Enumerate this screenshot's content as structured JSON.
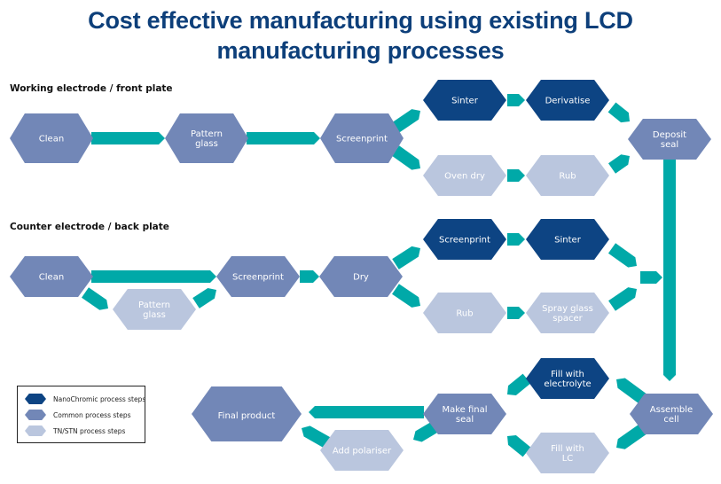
{
  "title": "Cost effective manufacturing using existing LCD manufacturing processes",
  "title_lines": [
    "Cost effective manufacturing using existing LCD",
    "manufacturing processes"
  ],
  "colors": {
    "nanochromic": "#0d4483",
    "common": "#7287b7",
    "tn_stn": "#bac6de",
    "connector": "#00a9a8",
    "title": "#0d3f7a"
  },
  "sections": {
    "working": "Working electrode / front plate",
    "counter": "Counter electrode / back plate"
  },
  "nodes": [
    {
      "id": "w-clean",
      "lines": [
        "Clean"
      ],
      "type": "common"
    },
    {
      "id": "w-pattern",
      "lines": [
        "Pattern",
        "glass"
      ],
      "type": "common"
    },
    {
      "id": "w-screenprint",
      "lines": [
        "Screenprint"
      ],
      "type": "common"
    },
    {
      "id": "w-sinter",
      "lines": [
        "Sinter"
      ],
      "type": "nanochromic"
    },
    {
      "id": "w-derivatise",
      "lines": [
        "Derivatise"
      ],
      "type": "nanochromic"
    },
    {
      "id": "w-ovendry",
      "lines": [
        "Oven dry"
      ],
      "type": "tn_stn"
    },
    {
      "id": "w-rub",
      "lines": [
        "Rub"
      ],
      "type": "tn_stn"
    },
    {
      "id": "deposit-seal",
      "lines": [
        "Deposit",
        "seal"
      ],
      "type": "common"
    },
    {
      "id": "c-clean",
      "lines": [
        "Clean"
      ],
      "type": "common"
    },
    {
      "id": "c-pattern",
      "lines": [
        "Pattern",
        "glass"
      ],
      "type": "tn_stn"
    },
    {
      "id": "c-screenprint",
      "lines": [
        "Screenprint"
      ],
      "type": "common"
    },
    {
      "id": "c-dry",
      "lines": [
        "Dry"
      ],
      "type": "common"
    },
    {
      "id": "c-screenprint2",
      "lines": [
        "Screenprint"
      ],
      "type": "nanochromic"
    },
    {
      "id": "c-sinter",
      "lines": [
        "Sinter"
      ],
      "type": "nanochromic"
    },
    {
      "id": "c-rub",
      "lines": [
        "Rub"
      ],
      "type": "tn_stn"
    },
    {
      "id": "c-spray",
      "lines": [
        "Spray glass",
        "spacer"
      ],
      "type": "tn_stn"
    },
    {
      "id": "assemble",
      "lines": [
        "Assemble",
        "cell"
      ],
      "type": "common"
    },
    {
      "id": "fill-electrolyte",
      "lines": [
        "Fill with",
        "electrolyte"
      ],
      "type": "nanochromic"
    },
    {
      "id": "fill-lc",
      "lines": [
        "Fill with",
        "LC"
      ],
      "type": "tn_stn"
    },
    {
      "id": "make-seal",
      "lines": [
        "Make final",
        "seal"
      ],
      "type": "common"
    },
    {
      "id": "add-polariser",
      "lines": [
        "Add polariser"
      ],
      "type": "tn_stn"
    },
    {
      "id": "final-product",
      "lines": [
        "Final product"
      ],
      "type": "common"
    }
  ],
  "edges": [
    [
      "w-clean",
      "w-pattern"
    ],
    [
      "w-pattern",
      "w-screenprint"
    ],
    [
      "w-screenprint",
      "w-sinter"
    ],
    [
      "w-sinter",
      "w-derivatise"
    ],
    [
      "w-derivatise",
      "deposit-seal"
    ],
    [
      "w-screenprint",
      "w-ovendry"
    ],
    [
      "w-ovendry",
      "w-rub"
    ],
    [
      "w-rub",
      "deposit-seal"
    ],
    [
      "deposit-seal",
      "assemble"
    ],
    [
      "c-clean",
      "c-screenprint"
    ],
    [
      "c-clean",
      "c-pattern"
    ],
    [
      "c-pattern",
      "c-screenprint"
    ],
    [
      "c-screenprint",
      "c-dry"
    ],
    [
      "c-dry",
      "c-screenprint2"
    ],
    [
      "c-screenprint2",
      "c-sinter"
    ],
    [
      "c-sinter",
      "assemble"
    ],
    [
      "c-dry",
      "c-rub"
    ],
    [
      "c-rub",
      "c-spray"
    ],
    [
      "c-spray",
      "assemble"
    ],
    [
      "assemble",
      "fill-electrolyte"
    ],
    [
      "fill-electrolyte",
      "make-seal"
    ],
    [
      "assemble",
      "fill-lc"
    ],
    [
      "fill-lc",
      "make-seal"
    ],
    [
      "make-seal",
      "final-product"
    ],
    [
      "make-seal",
      "add-polariser"
    ],
    [
      "add-polariser",
      "final-product"
    ]
  ],
  "legend": [
    {
      "type": "nanochromic",
      "label": "NanoChromic process steps"
    },
    {
      "type": "common",
      "label": "Common process steps"
    },
    {
      "type": "tn_stn",
      "label": "TN/STN process steps"
    }
  ]
}
